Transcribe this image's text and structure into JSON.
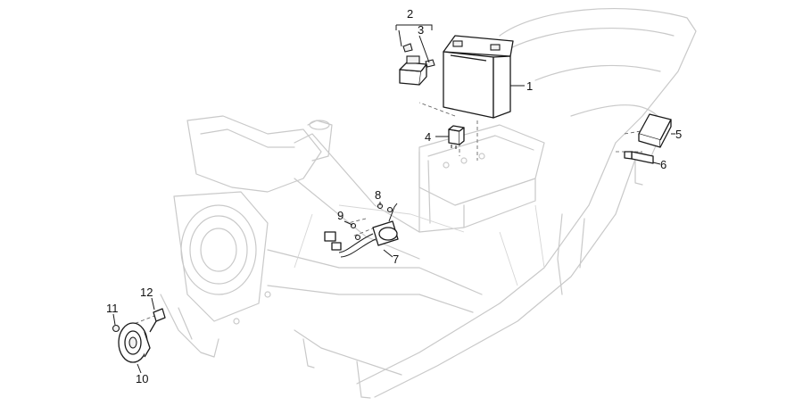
{
  "callouts": {
    "c1": "1",
    "c2": "2",
    "c3": "3",
    "c4": "4",
    "c5": "5",
    "c6": "6",
    "c7": "7",
    "c8": "8",
    "c9": "9",
    "c10": "10",
    "c11": "11",
    "c12": "12"
  },
  "colors": {
    "frame_outline": "#c9c9c9",
    "part_outline": "#1a1a1a",
    "background": "#ffffff"
  }
}
